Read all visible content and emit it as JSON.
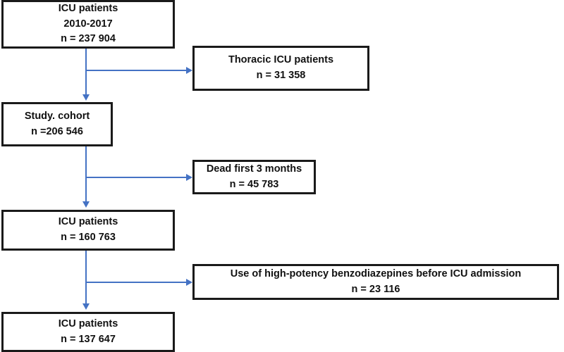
{
  "diagram": {
    "title": "ICU patient cohort flow diagram",
    "type": "flowchart",
    "accent_color": "#4472C4",
    "box_border_color": "#1A1A1A",
    "background_color": "#FFFFFF"
  },
  "nodes": {
    "icu_total": {
      "name": "icu-patients-total",
      "line1": "ICU patients",
      "line2": "2010-2017",
      "line3": "n = 237 904",
      "count": 237904
    },
    "study_cohort": {
      "name": "study-cohort",
      "line1": "Study. cohort",
      "line2": "n =206 546",
      "count": 206546
    },
    "icu_alive": {
      "name": "icu-patients-alive",
      "line1": "ICU patients",
      "line2": "n = 160 763",
      "count": 160763
    },
    "icu_final": {
      "name": "icu-patients-final",
      "line1": "ICU patients",
      "line2": "n = 137 647",
      "count": 137647
    }
  },
  "exclusions": {
    "thoracic": {
      "name": "excluded-thoracic-icu",
      "line1": "Thoracic ICU patients",
      "line2": "n = 31 358",
      "count": 31358
    },
    "dead_3_months": {
      "name": "excluded-dead-first-3-months",
      "line1": "Dead first 3 months",
      "line2": "n = 45 783",
      "count": 45783
    },
    "benzodiazepines": {
      "name": "excluded-high-potency-benzodiazepines",
      "line1": "Use of high-potency benzodiazepines before ICU admission",
      "line2": "n = 23 116",
      "count": 23116
    }
  },
  "connectors": [
    {
      "name": "connector-total-to-cohort",
      "from": "icu_total",
      "to": "study_cohort",
      "direction": "down"
    },
    {
      "name": "connector-total-to-thoracic",
      "from": "icu_total",
      "to": "thoracic",
      "direction": "right"
    },
    {
      "name": "connector-cohort-to-alive",
      "from": "study_cohort",
      "to": "icu_alive",
      "direction": "down"
    },
    {
      "name": "connector-cohort-to-dead",
      "from": "study_cohort",
      "to": "dead_3_months",
      "direction": "right"
    },
    {
      "name": "connector-alive-to-final",
      "from": "icu_alive",
      "to": "icu_final",
      "direction": "down"
    },
    {
      "name": "connector-alive-to-benzo",
      "from": "icu_alive",
      "to": "benzodiazepines",
      "direction": "right"
    }
  ]
}
